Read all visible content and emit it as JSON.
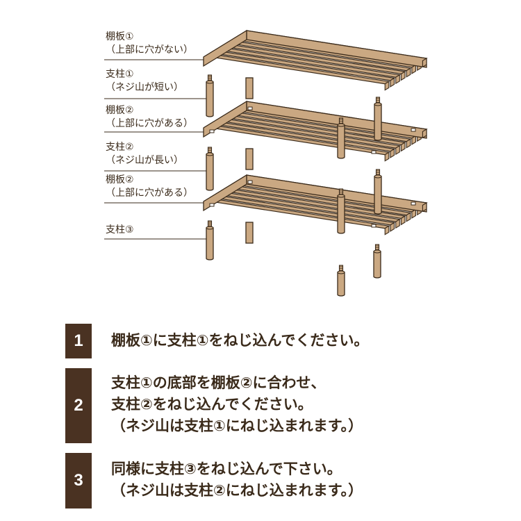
{
  "colors": {
    "wood": "#caa882",
    "outline": "#3a2a1a",
    "badge": "#4a3222"
  },
  "labels": [
    {
      "id": "l1",
      "lines": [
        "棚板①",
        "（上部に穴がない）"
      ]
    },
    {
      "id": "l2",
      "lines": [
        "支柱①",
        "（ネジ山が短い）"
      ]
    },
    {
      "id": "l3",
      "lines": [
        "棚板②",
        "（上部に穴がある）"
      ]
    },
    {
      "id": "l4",
      "lines": [
        "支柱②",
        "（ネジ山が長い）"
      ]
    },
    {
      "id": "l5",
      "lines": [
        "棚板②",
        "（上部に穴がある）"
      ]
    },
    {
      "id": "l6",
      "lines": [
        "支柱③"
      ]
    }
  ],
  "steps": [
    {
      "number": "1",
      "lines": [
        "棚板①に支柱①をねじ込んでください。"
      ]
    },
    {
      "number": "2",
      "lines": [
        "支柱①の底部を棚板②に合わせ、",
        "支柱②をねじ込んでください。",
        "（ネジ山は支柱①にねじ込まれます。）"
      ]
    },
    {
      "number": "3",
      "lines": [
        "同様に支柱③をねじ込んで下さい。",
        "（ネジ山は支柱②にねじ込まれます。）"
      ]
    }
  ]
}
